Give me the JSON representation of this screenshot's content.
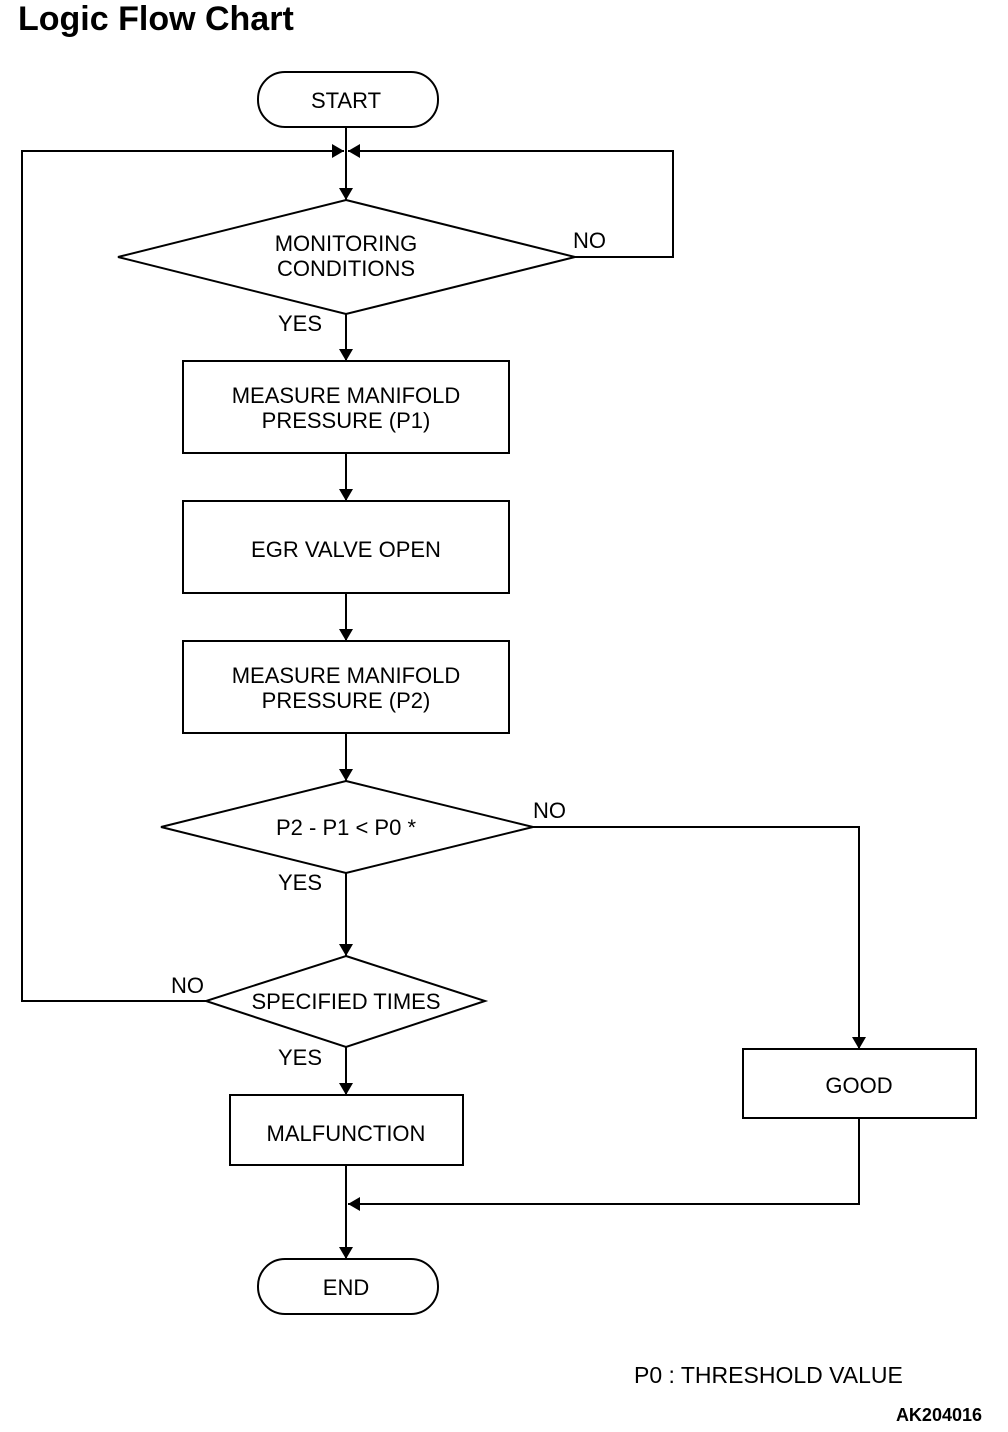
{
  "title": "Logic Flow Chart",
  "nodes": {
    "start": "START",
    "monitoring": [
      "MONITORING",
      "CONDITIONS"
    ],
    "measure_p1": [
      "MEASURE MANIFOLD",
      "PRESSURE (P1)"
    ],
    "egr_open": "EGR VALVE OPEN",
    "measure_p2": [
      "MEASURE MANIFOLD",
      "PRESSURE (P2)"
    ],
    "compare": "P2 - P1 < P0 *",
    "specified_times": "SPECIFIED TIMES",
    "malfunction": "MALFUNCTION",
    "good": "GOOD",
    "end": "END"
  },
  "branch_labels": {
    "yes": "YES",
    "no": "NO"
  },
  "legend": "P0  : THRESHOLD VALUE",
  "figure_id": "AK204016"
}
